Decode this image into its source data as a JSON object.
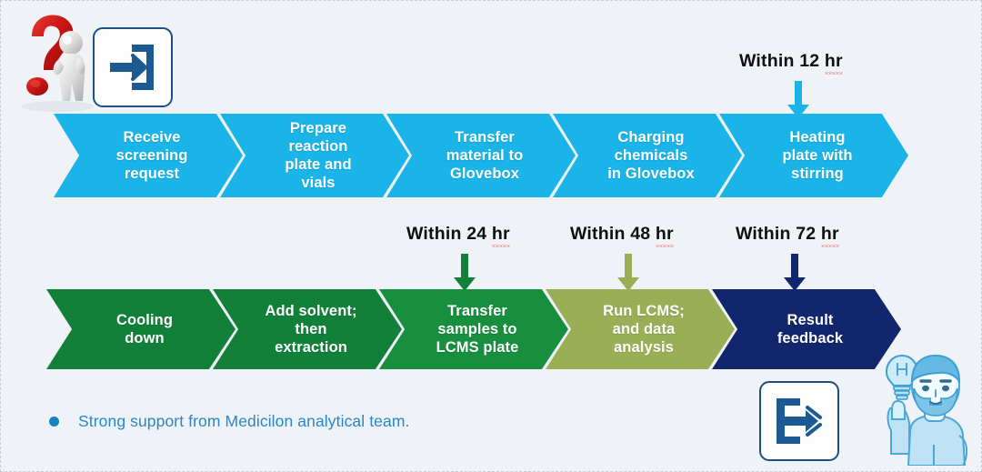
{
  "meta": {
    "title": "High-throughput screening workflow timeline",
    "background_color": "#eff2f6"
  },
  "colors": {
    "cyan": "#1bb4e8",
    "green": "#13803a",
    "olive": "#9aae55",
    "navy": "#12266e",
    "bullet_blue": "#2a86c8",
    "icon_navy": "#1b4f86",
    "question_red": "#cf1b1b"
  },
  "top_row": {
    "steps": [
      {
        "label": "Receive\nscreening\nrequest",
        "color": "#1bb4e8"
      },
      {
        "label": "Prepare\nreaction\nplate and\nvials",
        "color": "#1bb4e8"
      },
      {
        "label": "Transfer\nmaterial to\nGlovebox",
        "color": "#1bb4e8"
      },
      {
        "label": "Charging\nchemicals\nin Glovebox",
        "color": "#1bb4e8"
      },
      {
        "label": "Heating\nplate with\nstirring",
        "color": "#1bb4e8"
      }
    ]
  },
  "bottom_row": {
    "steps": [
      {
        "label": "Cooling\ndown",
        "color": "#13803a"
      },
      {
        "label": "Add solvent;\nthen\nextraction",
        "color": "#13803a"
      },
      {
        "label": "Transfer\nsamples to\nLCMS plate",
        "color": "#178f3f"
      },
      {
        "label": "Run LCMS;\nand data\nanalysis",
        "color": "#9aae55"
      },
      {
        "label": "Result\nfeedback",
        "color": "#12266e"
      }
    ]
  },
  "timings": [
    {
      "prefix": "Within 12 ",
      "unit": "hr",
      "arrow_color": "#1bb4e8",
      "target_step": "Heating plate with stirring"
    },
    {
      "prefix": "Within 24 ",
      "unit": "hr",
      "arrow_color": "#13803a",
      "target_step": "Transfer samples to LCMS plate"
    },
    {
      "prefix": "Within 48 ",
      "unit": "hr",
      "arrow_color": "#9aae55",
      "target_step": "Run LCMS; and data analysis"
    },
    {
      "prefix": "Within 72 ",
      "unit": "hr",
      "arrow_color": "#12266e",
      "target_step": "Result feedback"
    }
  ],
  "footnote": {
    "bullet": "•",
    "text": "Strong support from Medicilon analytical team."
  },
  "icons": {
    "question_person": "question-mark-person-icon",
    "enter_top": "enter-login-icon",
    "exit_bottom": "exit-logout-icon",
    "idea_person": "person-with-lightbulb-icon"
  }
}
